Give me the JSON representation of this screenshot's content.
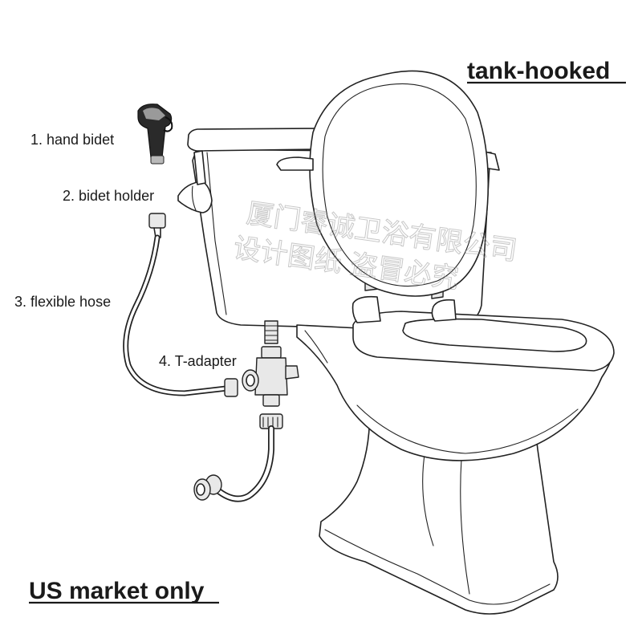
{
  "title": "tank-hooked",
  "footer": "US market only",
  "parts": [
    {
      "label": "1. hand bidet"
    },
    {
      "label": "2. bidet holder"
    },
    {
      "label": "3. flexible hose"
    },
    {
      "label": "4. T-adapter"
    }
  ],
  "watermark": {
    "line1": "厦门睿诚卫浴有限公司",
    "line2": "设计图纸  盗冒必究"
  }
}
